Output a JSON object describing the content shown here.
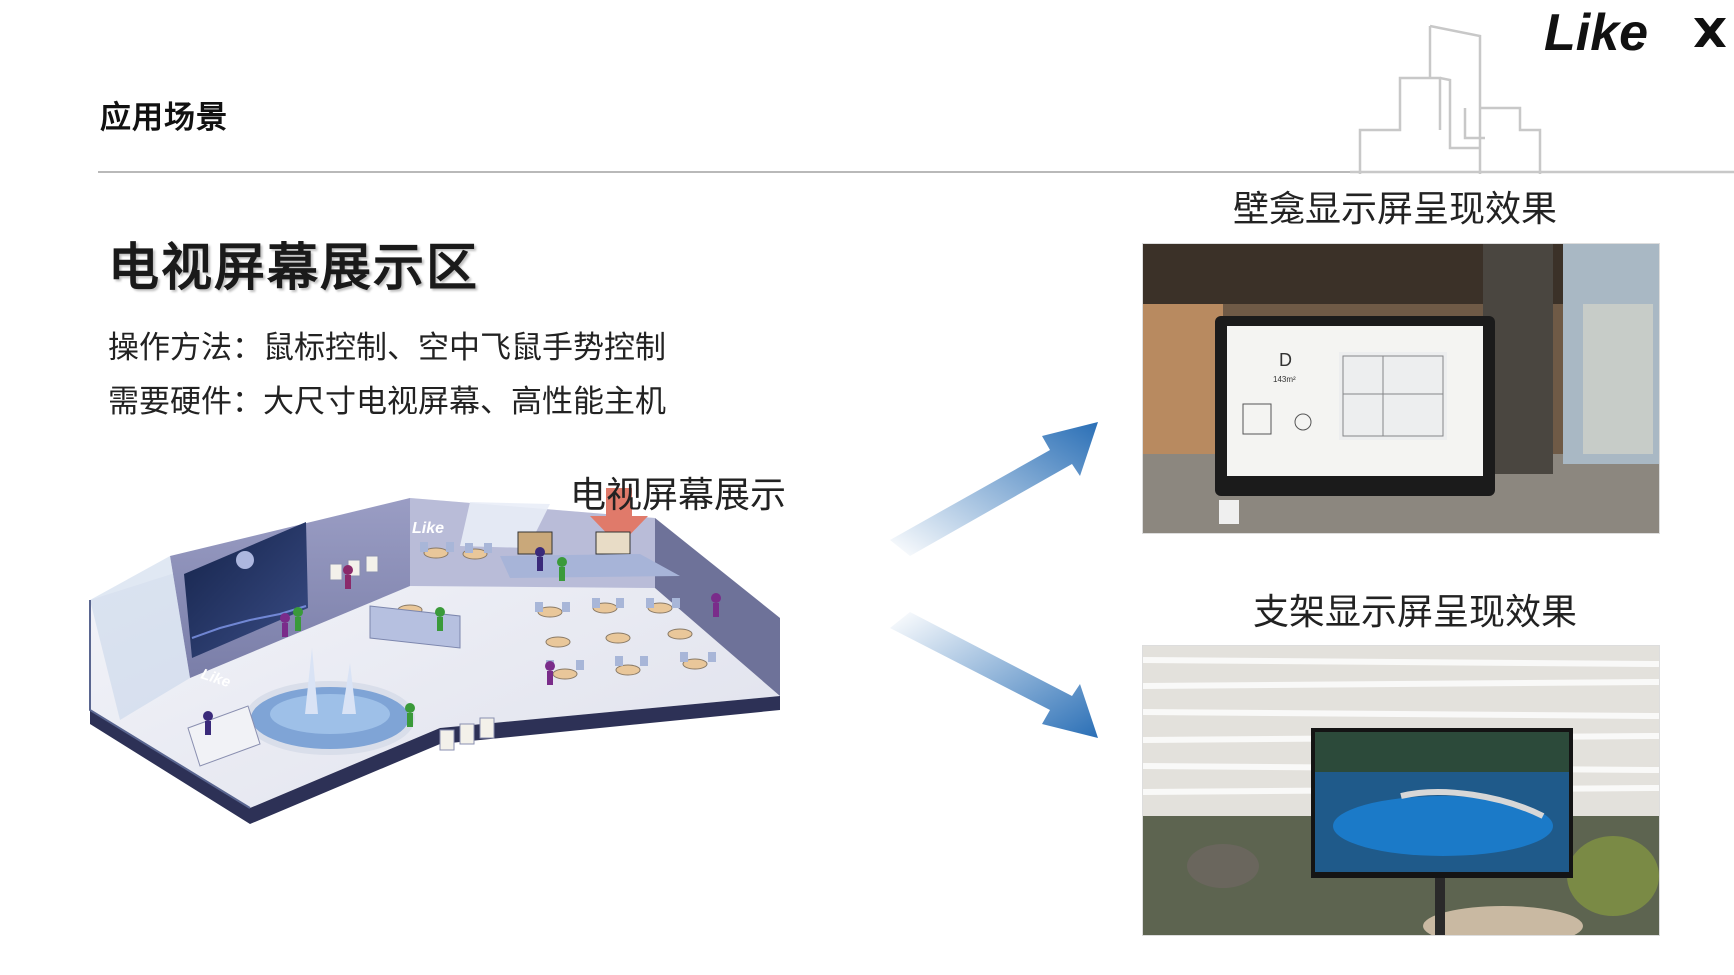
{
  "header": {
    "title": "应用场景",
    "logo_text": "Like"
  },
  "section": {
    "title": "电视屏幕展示区",
    "method_line": "操作方法：鼠标控制、空中飞鼠手势控制",
    "hardware_line": "需要硬件：大尺寸电视屏幕、高性能主机"
  },
  "illustration": {
    "callout_label": "电视屏幕展示",
    "wall_logo": "Like",
    "floor_logo": "Like"
  },
  "photos": {
    "wall_caption": "壁龛显示屏呈现效果",
    "stand_caption": "支架显示屏呈现效果",
    "floorplan_unit": "D",
    "floorplan_area": "143m²"
  },
  "colors": {
    "accent_blue": "#2a6fb6",
    "callout_arrow": "#e07a6a",
    "rule_gray": "#b9b9b9",
    "room_floor": "#eceef5",
    "room_wall": "#8f92b9"
  },
  "icons": {
    "logo_mark": "x-mark-icon",
    "callout_pointer": "down-arrow-icon",
    "flow_arrows": "diagonal-arrow-icon"
  }
}
